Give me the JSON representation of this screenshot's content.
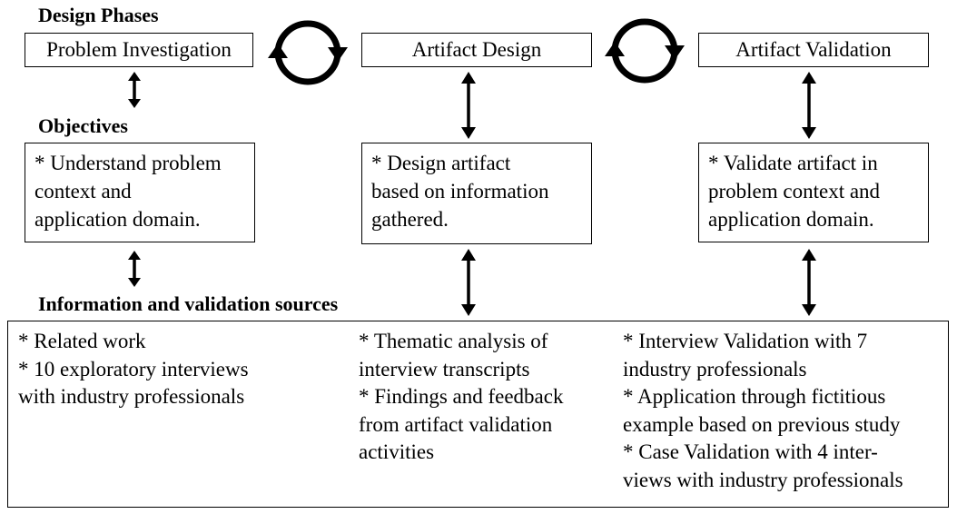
{
  "headings": {
    "design_phases": "Design Phases",
    "objectives": "Objectives",
    "sources": "Information and validation sources"
  },
  "phases": [
    {
      "label": "Problem Investigation"
    },
    {
      "label": "Artifact Design"
    },
    {
      "label": "Artifact Validation"
    }
  ],
  "objectives": [
    {
      "lines": [
        "* Understand problem",
        "context and",
        "application domain."
      ]
    },
    {
      "lines": [
        "* Design artifact",
        "based on information",
        "gathered."
      ]
    },
    {
      "lines": [
        "* Validate artifact in",
        "problem context and",
        "application domain."
      ]
    }
  ],
  "sources": [
    {
      "lines": [
        "* Related work",
        "* 10 exploratory interviews",
        "with industry professionals"
      ]
    },
    {
      "lines": [
        "* Thematic analysis of",
        "interview transcripts",
        "* Findings and feedback",
        "from artifact validation",
        "activities"
      ]
    },
    {
      "lines": [
        "* Interview Validation with 7",
        "industry professionals",
        "* Application through fictitious",
        "example based on previous study",
        "* Case Validation with 4 inter-",
        "views with industry professionals"
      ]
    }
  ],
  "colors": {
    "stroke": "#000000",
    "background": "#ffffff"
  },
  "icons": [
    "cycle-arrows-icon",
    "double-arrow-icon"
  ]
}
